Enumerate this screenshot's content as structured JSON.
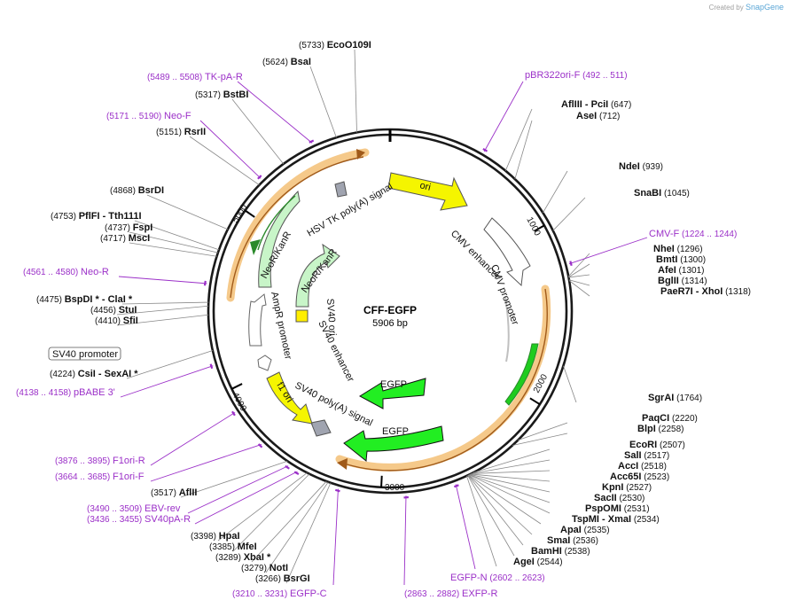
{
  "watermark": {
    "prefix": "Created by",
    "brand": "SnapGene"
  },
  "plasmid": {
    "name": "CFF-EGFP",
    "size_label": "5906 bp",
    "length": 5906
  },
  "ticks": [
    {
      "pos": 1000,
      "label": "1000"
    },
    {
      "pos": 2000,
      "label": "2000"
    },
    {
      "pos": 3000,
      "label": "3000"
    },
    {
      "pos": 4000,
      "label": "4000"
    },
    {
      "pos": 5000,
      "label": "5000"
    }
  ],
  "enzymes": [
    {
      "id": "ecoo109i",
      "text": "EcoO109I",
      "pos": "(5733)",
      "bp": 5733
    },
    {
      "id": "bsai",
      "text": "BsaI",
      "pos": "(5624)",
      "bp": 5624
    },
    {
      "id": "bstbi",
      "text": "BstBI",
      "pos": "(5317)",
      "bp": 5317
    },
    {
      "id": "rsrii",
      "text": "RsrII",
      "pos": "(5151)",
      "bp": 5151
    },
    {
      "id": "bsrdi",
      "text": "BsrDI",
      "pos": "(4868)",
      "bp": 4868
    },
    {
      "id": "pflfi",
      "text": "PflFI",
      "suffix": " - Tth111I",
      "pos": "(4753)",
      "bp": 4753
    },
    {
      "id": "fspi",
      "text": "FspI",
      "pos": "(4737)",
      "bp": 4737
    },
    {
      "id": "msci",
      "text": "MscI",
      "pos": "(4717)",
      "bp": 4717
    },
    {
      "id": "bspdi",
      "text": "BspDI *",
      "suffix": " - ClaI *",
      "pos": "(4475)",
      "bp": 4475
    },
    {
      "id": "stui",
      "text": "StuI",
      "pos": "(4456)",
      "bp": 4456
    },
    {
      "id": "sfii",
      "text": "SfiI",
      "pos": "(4410)",
      "bp": 4410
    },
    {
      "id": "csii",
      "text": "CsiI",
      "suffix": " - SexAI *",
      "pos": "(4224)",
      "bp": 4224
    },
    {
      "id": "aflii",
      "text": "AflII",
      "pos": "(3517)",
      "bp": 3517
    },
    {
      "id": "hpai",
      "text": "HpaI",
      "pos": "(3398)",
      "bp": 3398
    },
    {
      "id": "mfei",
      "text": "MfeI",
      "pos": "(3385)",
      "bp": 3385
    },
    {
      "id": "xbai",
      "text": "XbaI *",
      "pos": "(3289)",
      "bp": 3289
    },
    {
      "id": "noti",
      "text": "NotI",
      "pos": "(3279)",
      "bp": 3279
    },
    {
      "id": "bsrgi",
      "text": "BsrGI",
      "pos": "(3266)",
      "bp": 3266
    },
    {
      "id": "afliii",
      "text": "AflIII",
      "suffix": " - PciI",
      "pos": "(647)",
      "bp": 647
    },
    {
      "id": "asei",
      "text": "AseI",
      "pos": "(712)",
      "bp": 712
    },
    {
      "id": "ndei",
      "text": "NdeI",
      "pos": "(939)",
      "bp": 939
    },
    {
      "id": "snabi",
      "text": "SnaBI",
      "pos": "(1045)",
      "bp": 1045
    },
    {
      "id": "nhei",
      "text": "NheI",
      "pos": "(1296)",
      "bp": 1296
    },
    {
      "id": "bmti",
      "text": "BmtI",
      "pos": "(1300)",
      "bp": 1300
    },
    {
      "id": "afei",
      "text": "AfeI",
      "pos": "(1301)",
      "bp": 1301
    },
    {
      "id": "bglii",
      "text": "BglII",
      "pos": "(1314)",
      "bp": 1314
    },
    {
      "id": "paer7i",
      "text": "PaeR7I",
      "suffix": " - XhoI",
      "pos": "(1318)",
      "bp": 1318
    },
    {
      "id": "sgrai",
      "text": "SgrAI",
      "pos": "(1764)",
      "bp": 1764
    },
    {
      "id": "paqci",
      "text": "PaqCI",
      "pos": "(2220)",
      "bp": 2220
    },
    {
      "id": "blpi",
      "text": "BlpI",
      "pos": "(2258)",
      "bp": 2258
    },
    {
      "id": "ecori",
      "text": "EcoRI",
      "pos": "(2507)",
      "bp": 2507
    },
    {
      "id": "sali",
      "text": "SalI",
      "pos": "(2517)",
      "bp": 2517
    },
    {
      "id": "acci",
      "text": "AccI",
      "pos": "(2518)",
      "bp": 2518
    },
    {
      "id": "acc65i",
      "text": "Acc65I",
      "pos": "(2523)",
      "bp": 2523
    },
    {
      "id": "kpni",
      "text": "KpnI",
      "pos": "(2527)",
      "bp": 2527
    },
    {
      "id": "sacii",
      "text": "SacII",
      "pos": "(2530)",
      "bp": 2530
    },
    {
      "id": "pspomi",
      "text": "PspOMI",
      "pos": "(2531)",
      "bp": 2531
    },
    {
      "id": "tspmi",
      "text": "TspMI",
      "suffix": " - XmaI",
      "pos": "(2534)",
      "bp": 2534
    },
    {
      "id": "apai",
      "text": "ApaI",
      "pos": "(2535)",
      "bp": 2535
    },
    {
      "id": "smai",
      "text": "SmaI",
      "pos": "(2536)",
      "bp": 2536
    },
    {
      "id": "bamhi",
      "text": "BamHI",
      "pos": "(2538)",
      "bp": 2538
    },
    {
      "id": "agei",
      "text": "AgeI",
      "pos": "(2544)",
      "bp": 2544
    }
  ],
  "primers": [
    {
      "id": "tk-pa-r",
      "text": "TK-pA-R",
      "pos": "(5489 .. 5508)",
      "bp": 5498
    },
    {
      "id": "neo-f",
      "text": "Neo-F",
      "pos": "(5171 .. 5190)",
      "bp": 5180
    },
    {
      "id": "neo-r",
      "text": "Neo-R",
      "pos": "(4561 .. 4580)",
      "bp": 4570
    },
    {
      "id": "pbabe-3",
      "text": "pBABE 3'",
      "pos": "(4138 .. 4158)",
      "bp": 4148
    },
    {
      "id": "f1ori-r",
      "text": "F1ori-R",
      "pos": "(3876 .. 3895)",
      "bp": 3885
    },
    {
      "id": "f1ori-f",
      "text": "F1ori-F",
      "pos": "(3664 .. 3685)",
      "bp": 3674
    },
    {
      "id": "ebv-rev",
      "text": "EBV-rev",
      "pos": "(3490 .. 3509)",
      "bp": 3500
    },
    {
      "id": "sv40pa-r",
      "text": "SV40pA-R",
      "pos": "(3436 .. 3455)",
      "bp": 3445
    },
    {
      "id": "egfp-c",
      "text": "EGFP-C",
      "pos": "(3210 .. 3231)",
      "bp": 3220
    },
    {
      "id": "exfp-r",
      "text": "EXFP-R",
      "pos": "(2863 .. 2882)",
      "bp": 2872
    },
    {
      "id": "egfp-n",
      "text": "EGFP-N",
      "pos": "(2602 .. 2623)",
      "bp": 2612
    },
    {
      "id": "pbr322ori-f",
      "text": "pBR322ori-F",
      "pos": "(492 .. 511)",
      "bp": 501
    },
    {
      "id": "cmv-f",
      "text": "CMV-F",
      "pos": "(1224 .. 1244)",
      "bp": 1234
    }
  ],
  "features": {
    "ori": "ori",
    "cmv_enhancer": "CMV enhancer",
    "cmv_promoter": "CMV promoter",
    "egfp_inner": "EGFP",
    "egfp_outer": "EGFP",
    "sv40_polya": "SV40 poly(A) signal",
    "f1_ori": "f1 ori",
    "ampr_promoter": "AmpR promoter",
    "sv40_promoter_box": "SV40 promoter",
    "sv40_ori": "SV40 ori",
    "sv40_enhancer": "SV40 enhancer",
    "neor_inner": "NeoR/KanR",
    "neor_outer": "NeoR/KanR",
    "hsv_tk_polya": "HSV TK poly(A) signal"
  },
  "colors": {
    "backbone": "#1a1a1a",
    "ori": "#f5f500",
    "egfp": "#22ee22",
    "neor": "#c8f5c8",
    "promoter": "#ffffff",
    "sv40_ori": "#ffee00",
    "polya": "#a0a4b0",
    "orf_highlight": "#f5c98a",
    "orf_arrow": "#a05a1a",
    "primer": "#9b30c8"
  }
}
